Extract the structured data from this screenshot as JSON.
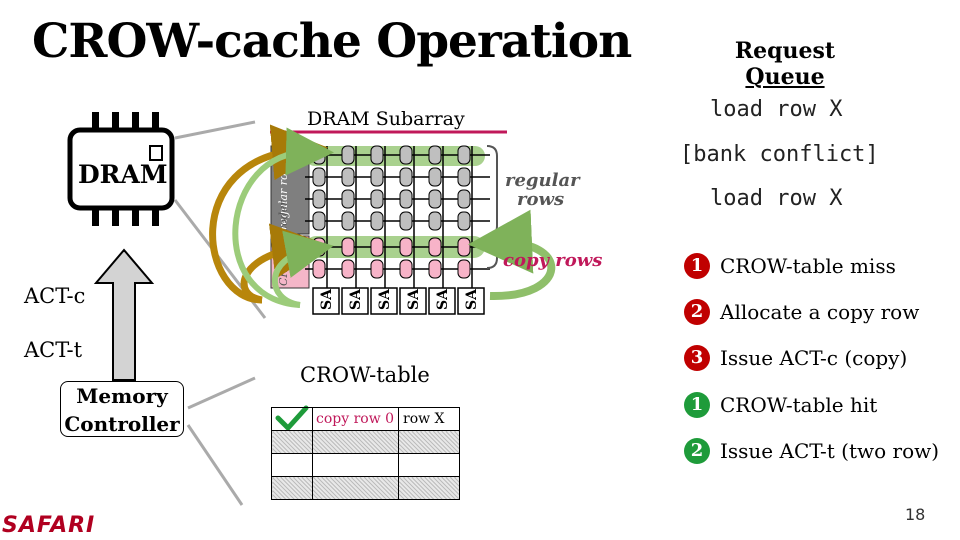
{
  "title": "CROW-cache Operation",
  "request_queue": {
    "title_line1": "Request",
    "title_line2": "Queue",
    "items": [
      "load row X",
      "[bank conflict]",
      "load row X"
    ]
  },
  "diagram": {
    "dram_chip_label": "DRAM",
    "subarray_label": "DRAM Subarray",
    "regular_decoder_label": "regular row decoder",
    "crow_decoder_label": "CROW decoder",
    "regular_rows_label": "regular rows",
    "copy_rows_label": "copy rows",
    "sense_amp_label": "SA",
    "act_c_label": "ACT-c",
    "act_t_label": "ACT-t",
    "memory_controller_line1": "Memory",
    "memory_controller_line2": "Controller"
  },
  "crow_table": {
    "title": "CROW-table",
    "rows": [
      {
        "valid": true,
        "copy_row": "copy row 0",
        "row": "row X"
      },
      {
        "valid": false,
        "copy_row": "",
        "row": ""
      },
      {
        "valid": false,
        "copy_row": "",
        "row": ""
      },
      {
        "valid": false,
        "copy_row": "",
        "row": ""
      }
    ]
  },
  "steps_miss": [
    {
      "num": "1",
      "text": "CROW-table miss"
    },
    {
      "num": "2",
      "text": "Allocate a copy row"
    },
    {
      "num": "3",
      "text": "Issue ACT-c (copy)"
    }
  ],
  "steps_hit": [
    {
      "num": "1",
      "text": "CROW-table hit"
    },
    {
      "num": "2",
      "text": "Issue ACT-t (two row)"
    }
  ],
  "colors": {
    "miss_badge": "#c00000",
    "hit_badge": "#1e9b3a",
    "accent_line": "#c0185a",
    "arrow_gold": "#b8860b",
    "arrow_green": "#8fbf6a",
    "copy_rows_text": "#c0185a",
    "brand": "#b00020"
  },
  "footer": {
    "brand": "SAFARI",
    "page_number": "18"
  }
}
